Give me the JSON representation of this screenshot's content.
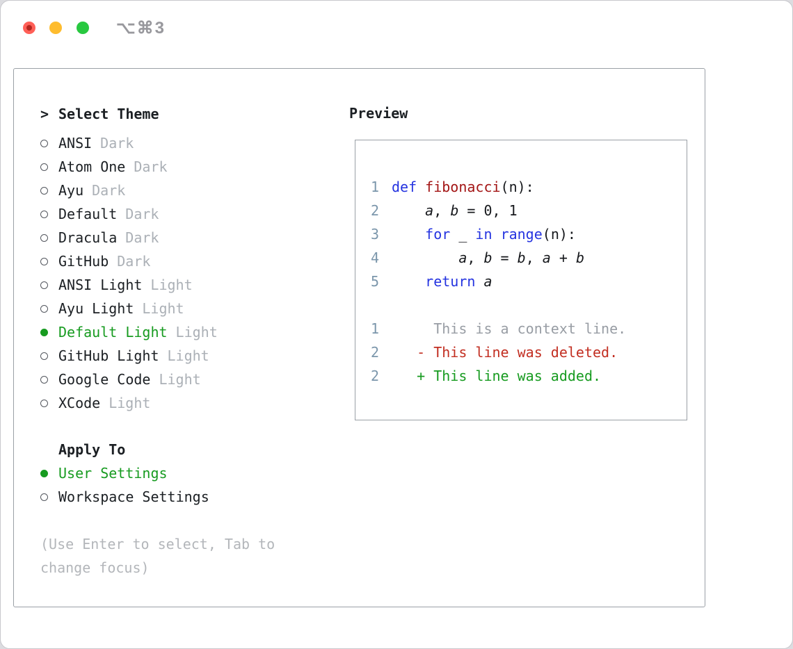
{
  "window": {
    "shortcut": "⌥⌘3"
  },
  "colors": {
    "keyword": "#2433e0",
    "function": "#a31515",
    "plain": "#16181c",
    "line_number": "#7b96ab",
    "context": "#989da4",
    "deleted": "#c22e21",
    "added": "#179b20",
    "variant_muted": "#abb0b6",
    "hint": "#b3b6ba"
  },
  "theme_selector": {
    "prompt": ">",
    "title": "Select Theme",
    "items": [
      {
        "name": "ANSI",
        "variant": "Dark",
        "selected": false
      },
      {
        "name": "Atom One",
        "variant": "Dark",
        "selected": false
      },
      {
        "name": "Ayu",
        "variant": "Dark",
        "selected": false
      },
      {
        "name": "Default",
        "variant": "Dark",
        "selected": false
      },
      {
        "name": "Dracula",
        "variant": "Dark",
        "selected": false
      },
      {
        "name": "GitHub",
        "variant": "Dark",
        "selected": false
      },
      {
        "name": "ANSI Light",
        "variant": "Light",
        "selected": false
      },
      {
        "name": "Ayu Light",
        "variant": "Light",
        "selected": false
      },
      {
        "name": "Default Light",
        "variant": "Light",
        "selected": true
      },
      {
        "name": "GitHub Light",
        "variant": "Light",
        "selected": false
      },
      {
        "name": "Google Code",
        "variant": "Light",
        "selected": false
      },
      {
        "name": "XCode",
        "variant": "Light",
        "selected": false
      }
    ]
  },
  "apply_to": {
    "title": "Apply To",
    "options": [
      {
        "label": "User Settings",
        "selected": true
      },
      {
        "label": "Workspace Settings",
        "selected": false
      }
    ]
  },
  "hint": "(Use Enter to select, Tab to change focus)",
  "preview": {
    "title": "Preview",
    "code_lines": [
      {
        "num": "1",
        "tokens": [
          {
            "t": "def",
            "s": "kw"
          },
          {
            "t": " ",
            "s": "pl"
          },
          {
            "t": "fibonacci",
            "s": "fn"
          },
          {
            "t": "(n):",
            "s": "pl"
          }
        ]
      },
      {
        "num": "2",
        "tokens": [
          {
            "t": "    ",
            "s": "pl"
          },
          {
            "t": "a",
            "s": "var"
          },
          {
            "t": ", ",
            "s": "pl"
          },
          {
            "t": "b",
            "s": "var"
          },
          {
            "t": " = 0, 1",
            "s": "pl"
          }
        ]
      },
      {
        "num": "3",
        "tokens": [
          {
            "t": "    ",
            "s": "pl"
          },
          {
            "t": "for",
            "s": "kw"
          },
          {
            "t": " _ ",
            "s": "pl"
          },
          {
            "t": "in",
            "s": "kw"
          },
          {
            "t": " ",
            "s": "pl"
          },
          {
            "t": "range",
            "s": "kw"
          },
          {
            "t": "(n):",
            "s": "pl"
          }
        ]
      },
      {
        "num": "4",
        "tokens": [
          {
            "t": "        ",
            "s": "pl"
          },
          {
            "t": "a",
            "s": "var"
          },
          {
            "t": ", ",
            "s": "pl"
          },
          {
            "t": "b",
            "s": "var"
          },
          {
            "t": " = ",
            "s": "pl"
          },
          {
            "t": "b",
            "s": "var"
          },
          {
            "t": ", ",
            "s": "pl"
          },
          {
            "t": "a",
            "s": "var"
          },
          {
            "t": " + ",
            "s": "pl"
          },
          {
            "t": "b",
            "s": "var"
          }
        ]
      },
      {
        "num": "5",
        "tokens": [
          {
            "t": "    ",
            "s": "pl"
          },
          {
            "t": "return",
            "s": "kw"
          },
          {
            "t": " ",
            "s": "pl"
          },
          {
            "t": "a",
            "s": "var"
          }
        ]
      }
    ],
    "diff_lines": [
      {
        "num": "1",
        "style": "ctx",
        "body": "     This is a context line."
      },
      {
        "num": "2",
        "style": "del",
        "body": "   - This line was deleted."
      },
      {
        "num": "2",
        "style": "add",
        "body": "   + This line was added."
      }
    ]
  }
}
